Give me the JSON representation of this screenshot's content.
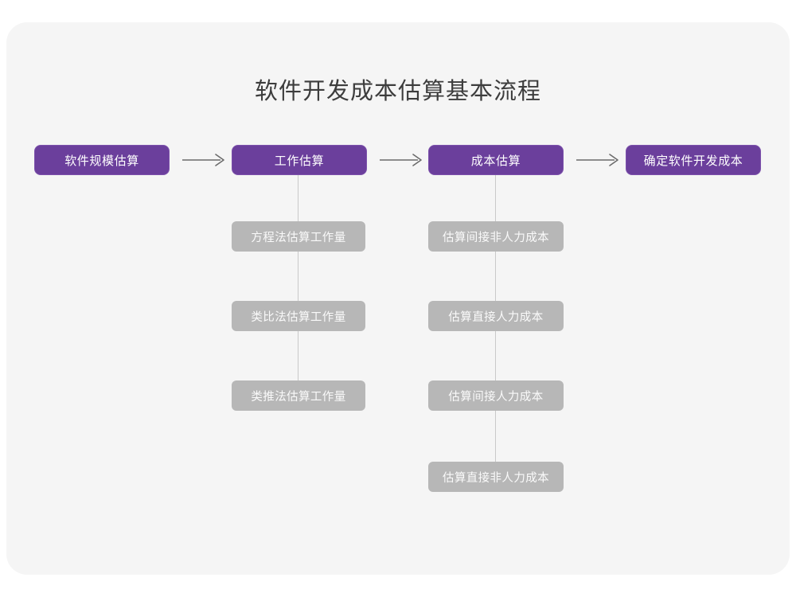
{
  "diagram": {
    "title": "软件开发成本估算基本流程",
    "type": "flowchart",
    "colors": {
      "page_background": "#ffffff",
      "card_background": "#f5f5f5",
      "primary_node": "#6b3f9c",
      "primary_node_text": "#ffffff",
      "sub_node": "#b7b7b7",
      "sub_node_text": "#fafafa",
      "connector": "#c9c9c9",
      "arrow": "#6b6b6b",
      "title_text": "#3d3d3d"
    },
    "main_steps": [
      {
        "id": "step1",
        "label": "软件规模估算"
      },
      {
        "id": "step2",
        "label": "工作估算"
      },
      {
        "id": "step3",
        "label": "成本估算"
      },
      {
        "id": "step4",
        "label": "确定软件开发成本"
      }
    ],
    "arrows": [
      {
        "id": "arrow1",
        "from": "step1",
        "to": "step2",
        "glyph": "right-arrow"
      },
      {
        "id": "arrow2",
        "from": "step2",
        "to": "step3",
        "glyph": "right-arrow"
      },
      {
        "id": "arrow3",
        "from": "step3",
        "to": "step4",
        "glyph": "right-arrow"
      }
    ],
    "branches": [
      {
        "id": "branch-step2",
        "parent": "step2",
        "items": [
          {
            "label": "方程法估算工作量"
          },
          {
            "label": "类比法估算工作量"
          },
          {
            "label": "类推法估算工作量"
          }
        ]
      },
      {
        "id": "branch-step3",
        "parent": "step3",
        "items": [
          {
            "label": "估算间接非人力成本"
          },
          {
            "label": "估算直接人力成本"
          },
          {
            "label": "估算间接人力成本"
          },
          {
            "label": "估算直接非人力成本"
          }
        ]
      }
    ]
  }
}
